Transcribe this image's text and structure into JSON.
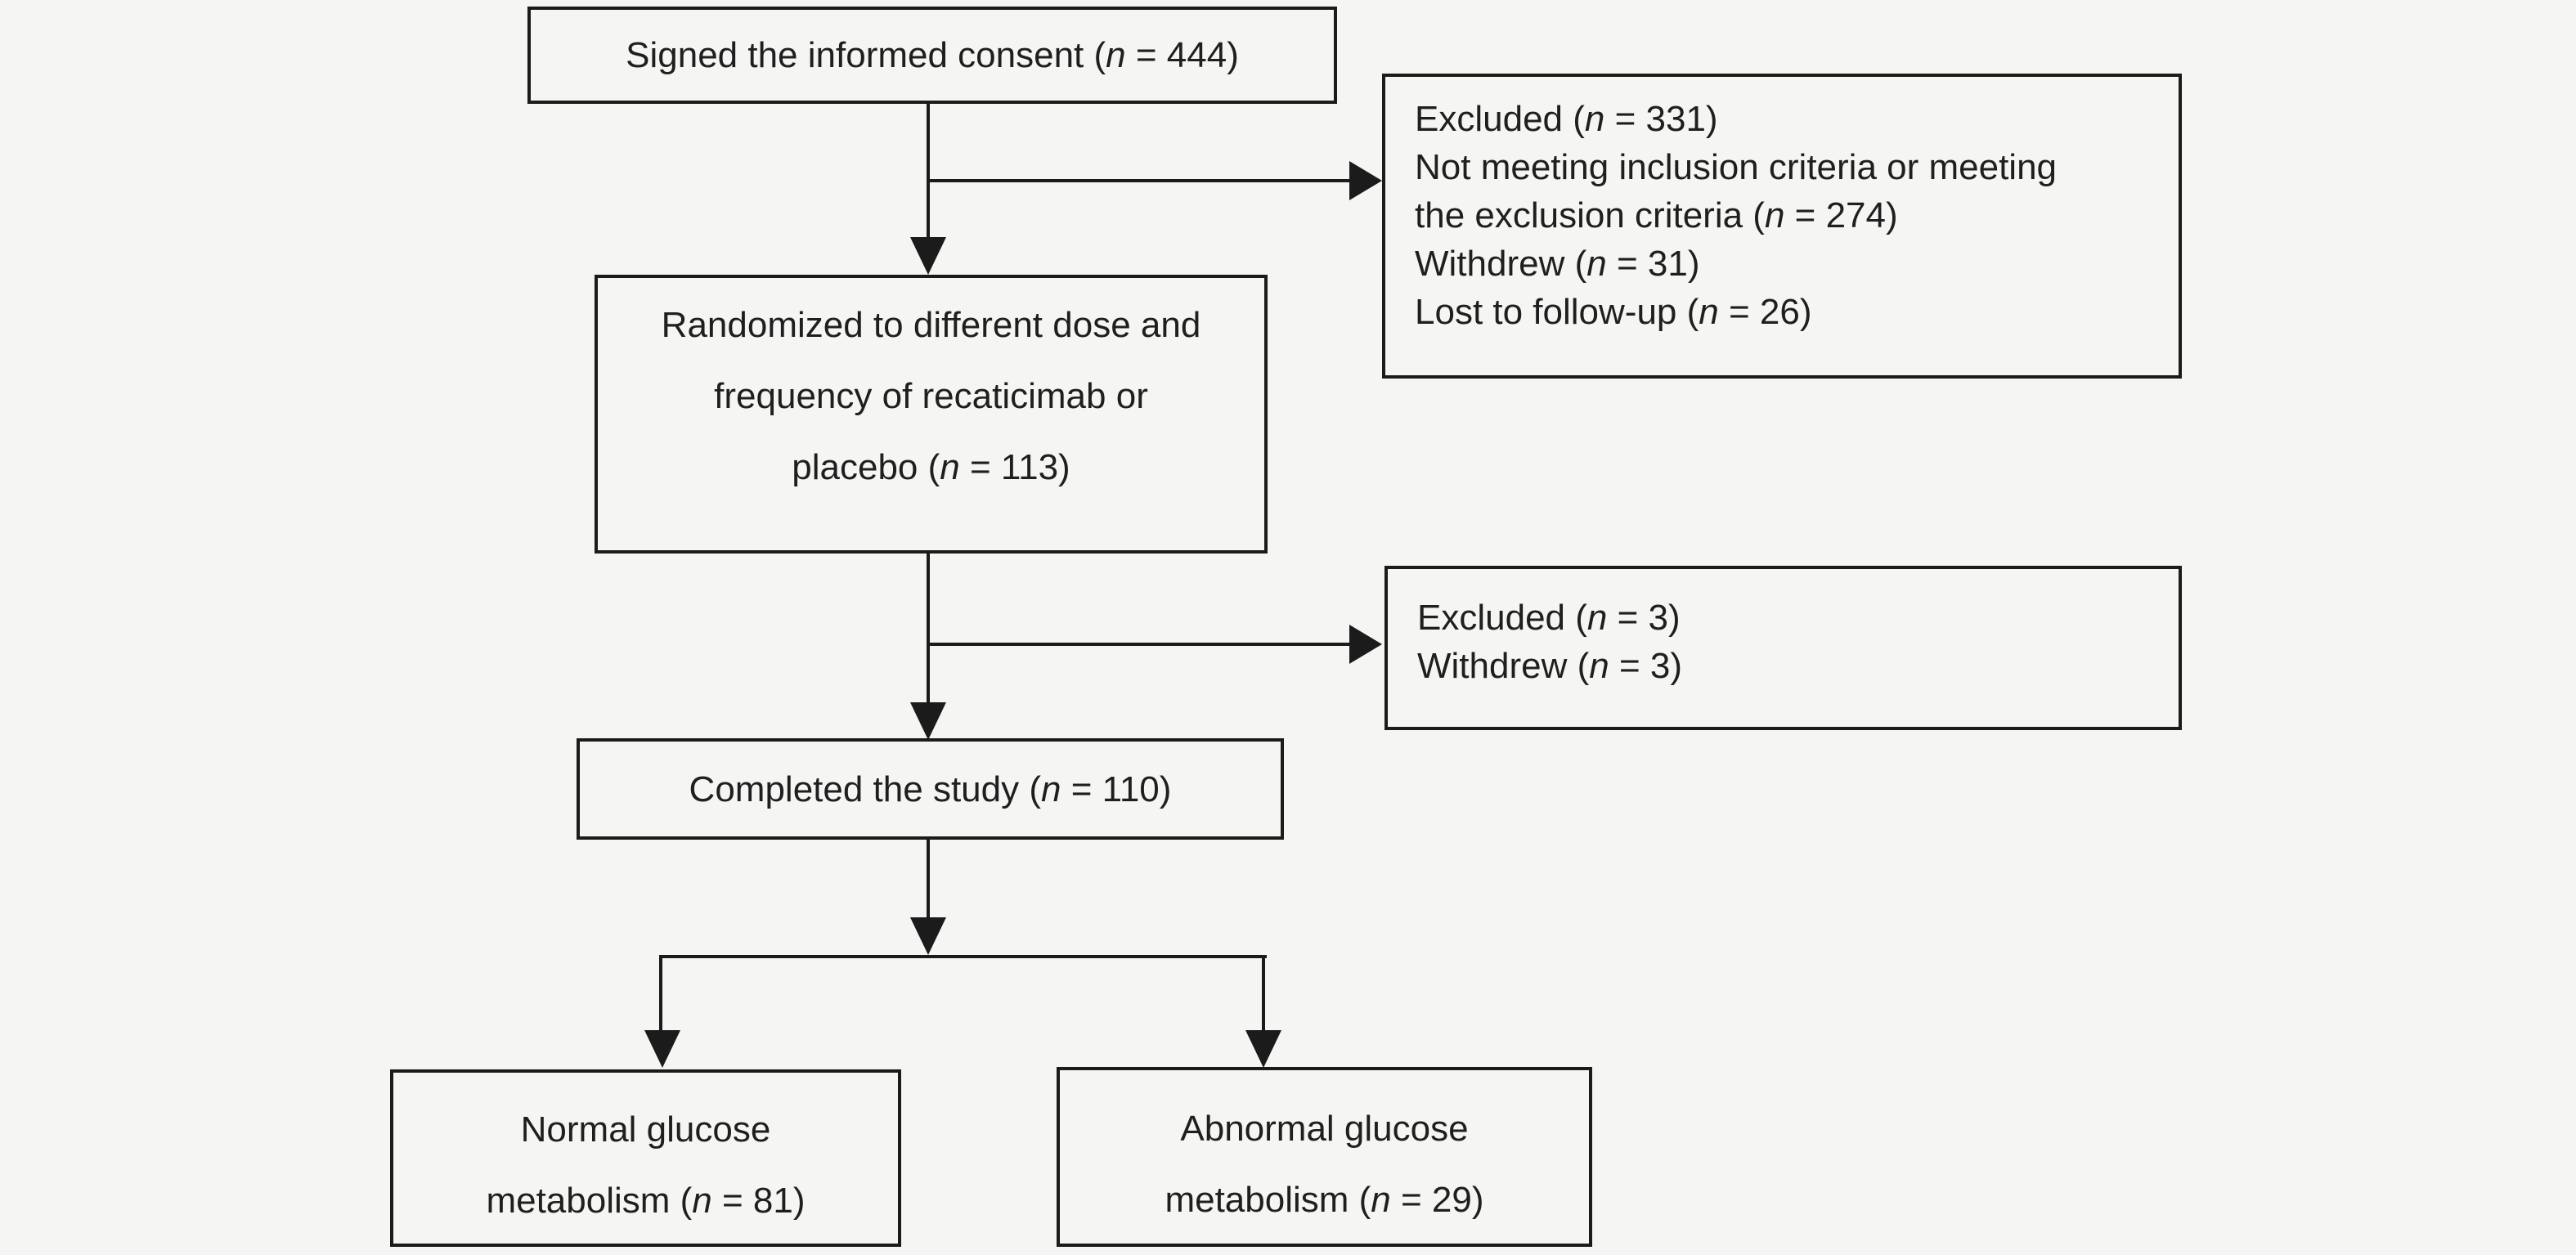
{
  "figure": {
    "type": "consort-flow-diagram",
    "colors": {
      "background": "#f5f5f3",
      "line": "#1b1b1b",
      "text": "#1f1f1f"
    },
    "boxes": {
      "consent": {
        "lines": [
          "Signed the informed consent (n = 444)"
        ]
      },
      "excluded_after_consent": {
        "lines": [
          "Excluded (n = 331)",
          "Not meeting inclusion criteria or meeting",
          "the exclusion criteria (n = 274)",
          "Withdrew (n = 31)",
          "Lost to follow-up (n = 26)"
        ]
      },
      "randomized": {
        "lines": [
          "Randomized to different dose and",
          "frequency of recaticimab or",
          "placebo (n = 113)"
        ]
      },
      "excluded_after_randomization": {
        "lines": [
          "Excluded (n = 3)",
          "Withdrew (n = 3)"
        ]
      },
      "completed": {
        "lines": [
          "Completed the study (n = 110)"
        ]
      },
      "normal_glucose": {
        "lines": [
          "Normal glucose",
          "metabolism (n = 81)"
        ]
      },
      "abnormal_glucose": {
        "lines": [
          "Abnormal glucose",
          "metabolism (n = 29)"
        ]
      }
    }
  }
}
